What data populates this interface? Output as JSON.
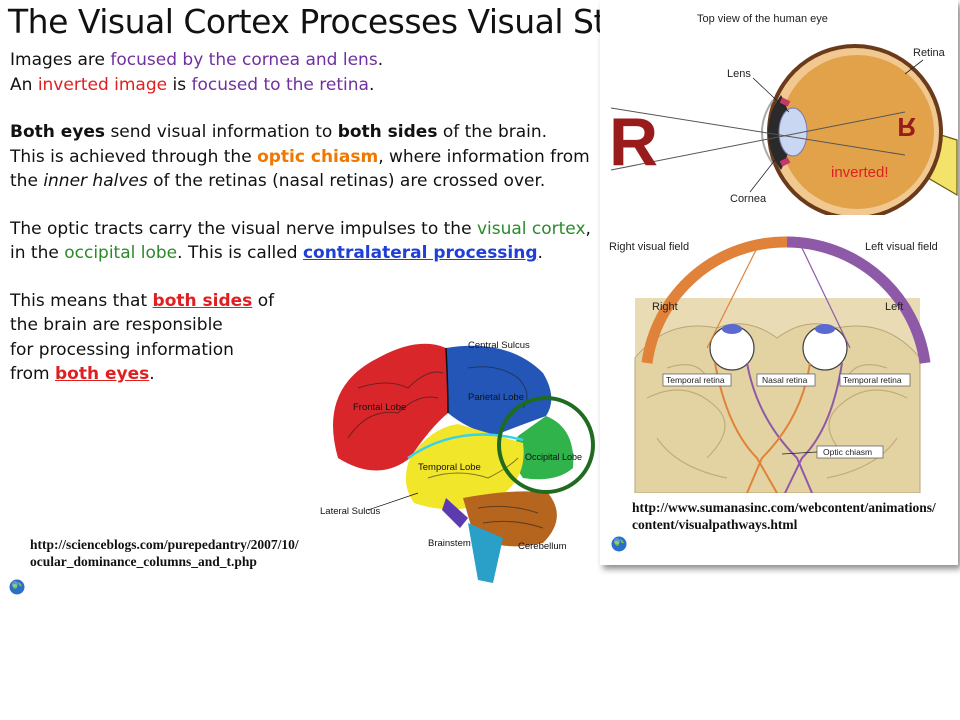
{
  "title": "The Visual Cortex Processes Visual Stimuli",
  "paragraphs": {
    "p1": {
      "line1": {
        "a": "Images are ",
        "b": "focused by the cornea and lens",
        "c": "."
      },
      "line2": {
        "a": "An ",
        "b": "inverted image",
        "c": " is ",
        "d": "focused to the retina",
        "e": "."
      }
    },
    "p2": {
      "a": "Both eyes",
      "b": " send visual information to ",
      "c": "both sides",
      "d": " of the brain.",
      "e": "This is achieved through the ",
      "f": "optic chiasm",
      "g": ", where information from",
      "h": "the ",
      "i": "inner halves",
      "j": " of the retinas (nasal retinas) are crossed over."
    },
    "p3": {
      "a": "The optic tracts carry the visual nerve impulses to the ",
      "b": "visual cortex",
      "c": ",",
      "d": "in the ",
      "e": "occipital lobe",
      "f": ". This is called ",
      "g": "contralateral processing",
      "h": "."
    },
    "p4": {
      "a": "This means that ",
      "b": "both sides",
      "c": " of",
      "d": "the brain are responsible",
      "e": "for processing information",
      "f": "from ",
      "g": "both eyes",
      "h": "."
    }
  },
  "eye_diagram": {
    "heading": "Top view of the human eye",
    "labels": {
      "retina": "Retina",
      "lens": "Lens",
      "cornea": "Cornea",
      "inverted": "inverted!"
    },
    "letter": "R"
  },
  "pathway_diagram": {
    "labels": {
      "right_field": "Right visual field",
      "left_field": "Left visual field",
      "right": "Right",
      "left": "Left",
      "temporal_retina_left": "Temporal retina",
      "nasal_retina": "Nasal retina",
      "temporal_retina_right": "Temporal retina",
      "optic_chiasm": "Optic chiasm"
    }
  },
  "brain_diagram": {
    "labels": {
      "central_sulcus": "Central Sulcus",
      "frontal_lobe": "Frontal Lobe",
      "parietal_lobe": "Parietal Lobe",
      "occipital_lobe": "Occipital Lobe",
      "temporal_lobe": "Temporal Lobe",
      "lateral_sulcus": "Lateral Sulcus",
      "brainstem": "Brainstem",
      "cerebellum": "Cerebellum"
    }
  },
  "sources": {
    "brain_url_line1": "http://scienceblogs.com/purepedantry/2007/10/",
    "brain_url_line2": "ocular_dominance_columns_and_t.php",
    "pathway_url_line1": "http://www.sumanasinc.com/webcontent/animations/",
    "pathway_url_line2": "content/visualpathways.html"
  },
  "colors": {
    "purple": "#7030a0",
    "red": "#e02020",
    "orange": "#f07800",
    "green": "#2a8a2a",
    "blue": "#1f3fd6"
  }
}
